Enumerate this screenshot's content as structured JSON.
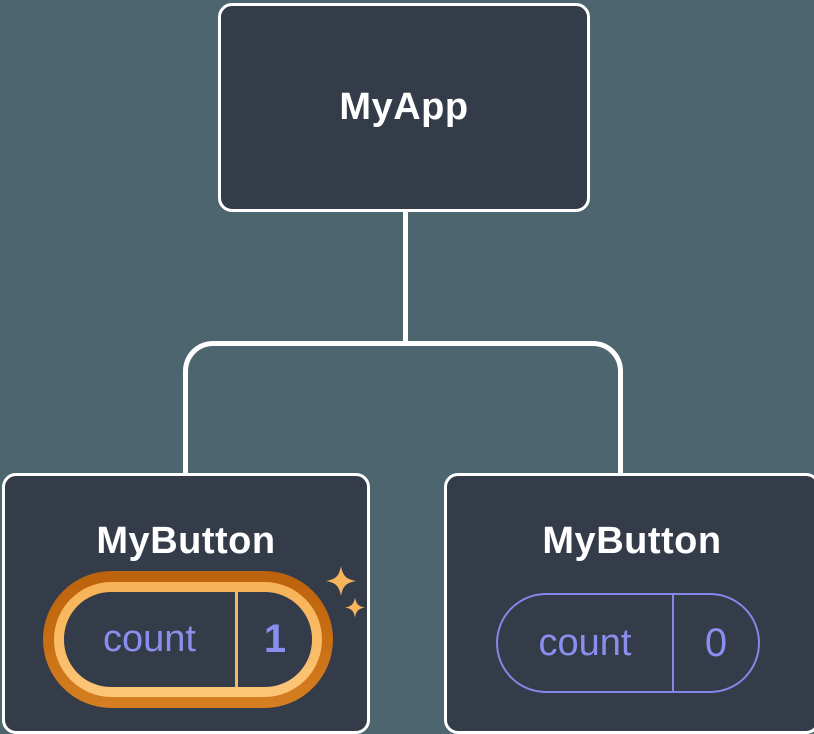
{
  "diagram": {
    "root": {
      "label": "MyApp"
    },
    "children": [
      {
        "label": "MyButton",
        "state": {
          "key": "count",
          "value": "1"
        },
        "highlighted": true,
        "icon": "sparkles-icon"
      },
      {
        "label": "MyButton",
        "state": {
          "key": "count",
          "value": "0"
        },
        "highlighted": false
      }
    ]
  },
  "colors": {
    "background": "#4D656E",
    "node_fill": "#343B49",
    "node_border": "#FFFFFF",
    "state_text_violet": "#8A8FEE",
    "plain_pill_border": "#8287E8",
    "highlight_ring_outer": "#C96F14",
    "highlight_ring_inner": "#FABB64",
    "sparkle": "#F7B55E"
  }
}
